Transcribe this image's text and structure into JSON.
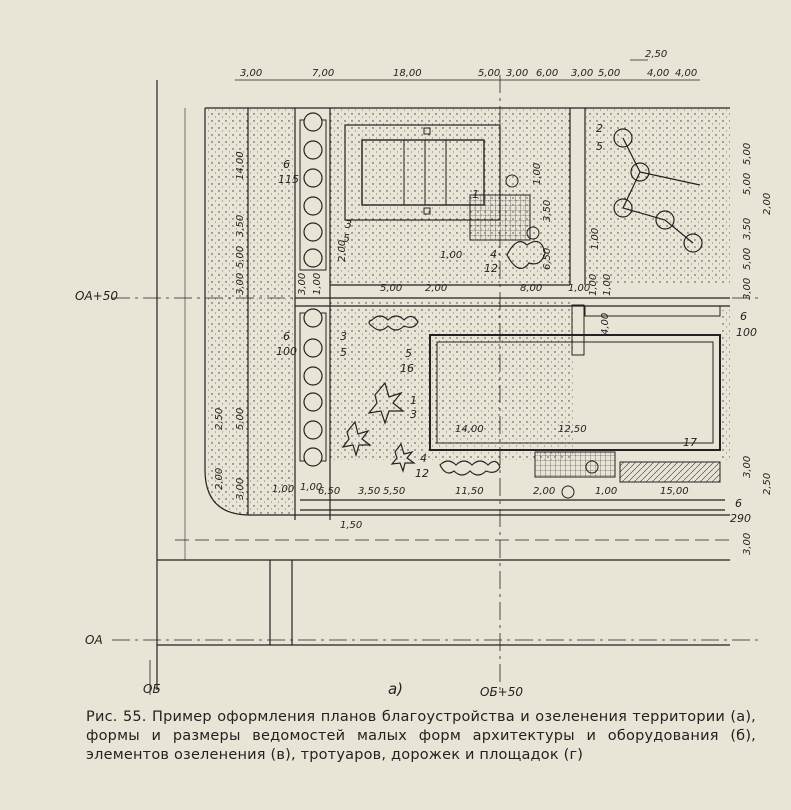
{
  "dims_top": [
    "3,00",
    "7,00",
    "18,00",
    "5,00",
    "3,00",
    "6,00",
    "3,00",
    "5,00",
    "4,00",
    "4,00"
  ],
  "dims_top_extra": "2,50",
  "dims_right": [
    "5,00",
    "5,00",
    "2,00",
    "3,50",
    "5,00",
    "3,00",
    "6",
    "100",
    "3,00",
    "2,50",
    "6",
    "290",
    "3,00"
  ],
  "dims_left": [
    "14,00",
    "3,50",
    "5,00",
    "3,00",
    "2,50",
    "5,00",
    "2,00",
    "3,00",
    "1,00"
  ],
  "dims_inner": [
    "6",
    "115",
    "3",
    "5",
    "2,00",
    "1,00",
    "4",
    "12",
    "1,00",
    "3,50",
    "6,50",
    "1,00",
    "3,00",
    "1,00",
    "5,00",
    "2,00",
    "8,00",
    "1,00",
    "1,00",
    "1,00",
    "4,00",
    "6",
    "100",
    "3",
    "5",
    "5",
    "16",
    "1",
    "3",
    "4",
    "12",
    "14,00",
    "12,50",
    "6,50",
    "3,50",
    "5,50",
    "11,50",
    "2,00",
    "1,00",
    "15,00",
    "1,50",
    "1,00",
    "2",
    "5"
  ],
  "numbers": [
    "1",
    "17",
    "2",
    "3",
    "4",
    "5"
  ],
  "axes": {
    "ob": "ОБ",
    "ob50": "ОБ+50",
    "oa": "ОА",
    "oa50": "ОА+50"
  },
  "subfigure": "а)",
  "caption": "Рис. 55. Пример оформления планов благоустройства и озеленения территории (а), формы и размеры ведомостей малых форм архитектуры и оборудования (б), элементов озеленения (в), тротуаров, дорожек и площадок (г)",
  "colors": {
    "paper": "#e9e5d6",
    "ink": "#222222"
  }
}
